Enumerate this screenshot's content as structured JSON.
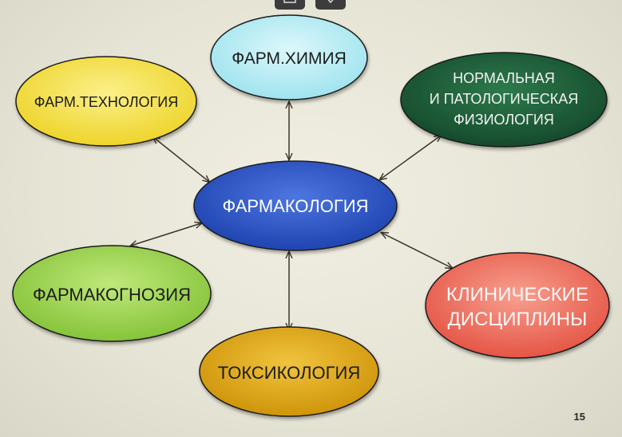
{
  "diagram": {
    "center": {
      "label": "ФАРМАКОЛОГИЯ",
      "color": "#2f57c8"
    },
    "nodes": [
      {
        "id": "farm-khimiya",
        "lines": [
          "ФАРМ.ХИМИЯ"
        ],
        "color": "#b8eef4"
      },
      {
        "id": "farm-tekhnologiya",
        "lines": [
          "ФАРМ.ТЕХНОЛОГИЯ"
        ],
        "color": "#f5e24a"
      },
      {
        "id": "fiziologiya",
        "lines": [
          "НОРМАЛЬНАЯ",
          "И ПАТОЛОГИЧЕСКАЯ",
          "ФИЗИОЛОГИЯ"
        ],
        "color": "#1e5e3a"
      },
      {
        "id": "farmakognoziya",
        "lines": [
          "ФАРМАКОГНОЗИЯ"
        ],
        "color": "#9bd44a"
      },
      {
        "id": "klinicheskie",
        "lines": [
          "КЛИНИЧЕСКИЕ",
          "ДИСЦИПЛИНЫ"
        ],
        "color": "#ee6a5a"
      },
      {
        "id": "toksikologiya",
        "lines": [
          "ТОКСИКОЛОГИЯ"
        ],
        "color": "#e0a818"
      }
    ]
  },
  "page_number": "15"
}
